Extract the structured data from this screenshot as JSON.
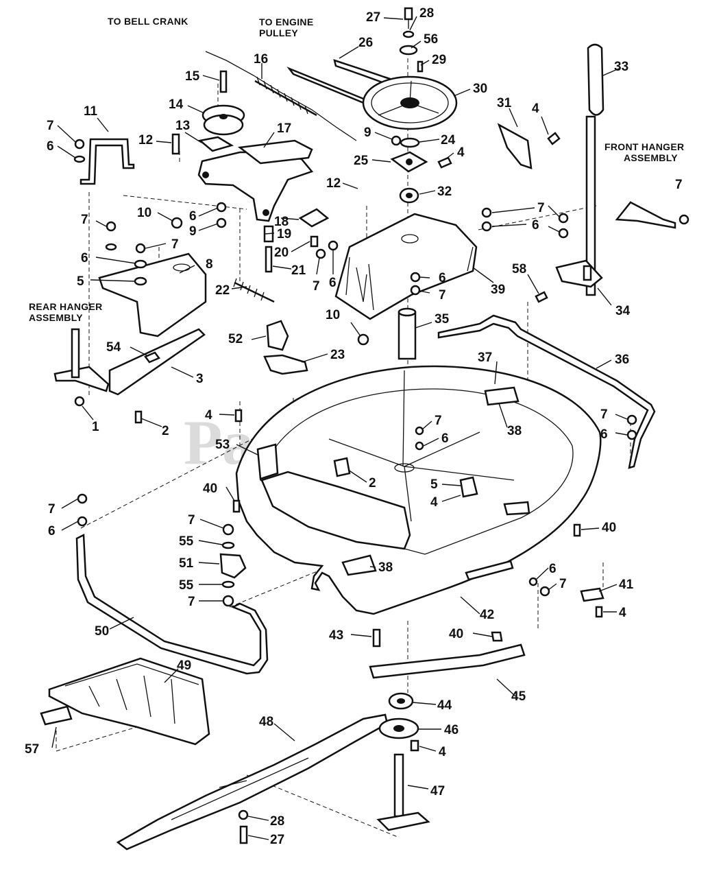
{
  "watermark": {
    "text": "PartsTree",
    "trademark": "TM"
  },
  "notes": {
    "bell_crank": "TO BELL CRANK",
    "engine_pulley_1": "TO ENGINE",
    "engine_pulley_2": "PULLEY",
    "front_hanger_1": "FRONT HANGER",
    "front_hanger_2": "ASSEMBLY",
    "rear_hanger_1": "REAR HANGER",
    "rear_hanger_2": "ASSEMBLY"
  },
  "callouts": {
    "c27a": "27",
    "c28a": "28",
    "c56": "56",
    "c29": "29",
    "c26": "26",
    "c30": "30",
    "c33": "33",
    "c15": "15",
    "c16": "16",
    "c14": "14",
    "c11": "11",
    "c31": "31",
    "c4a": "4",
    "c7a": "7",
    "c6a": "6",
    "c12a": "12",
    "c13": "13",
    "c17": "17",
    "c9a": "9",
    "c24": "24",
    "c25": "25",
    "c4b": "4",
    "c7b": "7",
    "c12b": "12",
    "c32": "32",
    "c7c": "7",
    "c6b": "6",
    "c10a": "10",
    "c6c": "6",
    "c9b": "9",
    "c18": "18",
    "c19": "19",
    "c20": "20",
    "c21": "21",
    "c7d": "7",
    "c6d": "6",
    "c5a": "5",
    "c8": "8",
    "c7e": "7",
    "c6e": "6",
    "c22": "22",
    "c10b": "10",
    "c7f": "7",
    "c6f": "6",
    "c39": "39",
    "c58": "58",
    "c34": "34",
    "c35": "35",
    "c52": "52",
    "c23": "23",
    "c54": "54",
    "c3": "3",
    "c1": "1",
    "c2a": "2",
    "c4c": "4",
    "c37": "37",
    "c36": "36",
    "c7g": "7",
    "c6g": "6",
    "c38a": "38",
    "c53": "53",
    "c2b": "2",
    "c5b": "5",
    "c4d": "4",
    "c7h": "7",
    "c6h": "6",
    "c40a": "40",
    "c7i": "7",
    "c6i": "6",
    "c7j": "7",
    "c55a": "55",
    "c51": "51",
    "c55b": "55",
    "c7k": "7",
    "c40b": "40",
    "c38b": "38",
    "c6j": "6",
    "c7l": "7",
    "c41": "41",
    "c4e": "4",
    "c42": "42",
    "c50": "50",
    "c43": "43",
    "c40c": "40",
    "c45": "45",
    "c49": "49",
    "c44": "44",
    "c46": "46",
    "c4f": "4",
    "c48": "48",
    "c57": "57",
    "c47": "47",
    "c28b": "28",
    "c27b": "27"
  }
}
